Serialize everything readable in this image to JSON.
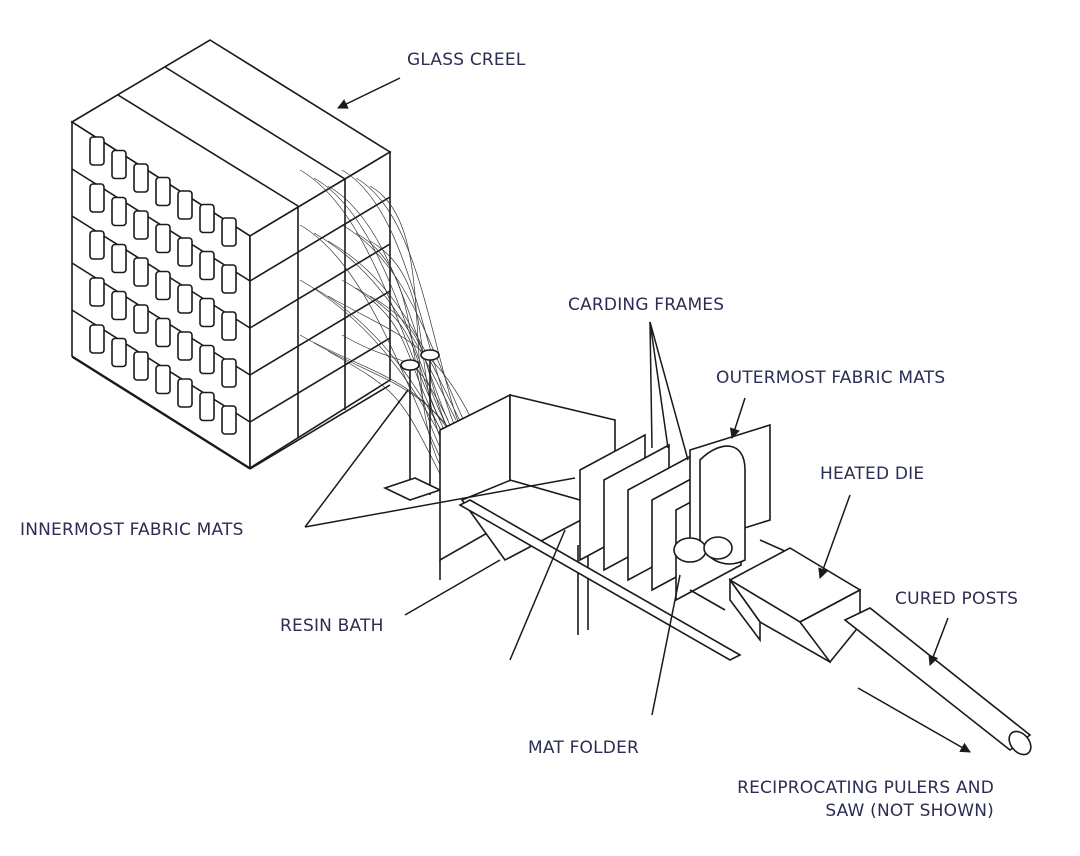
{
  "diagram": {
    "type": "pultrusion process line (isometric)",
    "labels": {
      "glass_creel": "GLASS CREEL",
      "carding_frames": "CARDING FRAMES",
      "outermost_fabric_mats": "OUTERMOST FABRIC MATS",
      "heated_die": "HEATED DIE",
      "innermost_fabric_mats": "INNERMOST FABRIC MATS",
      "cured_posts": "CURED POSTS",
      "resin_bath": "RESIN BATH",
      "mat_folder": "MAT FOLDER",
      "pullers_line1": "RECIPROCATING PULERS AND",
      "pullers_line2": "SAW (NOT SHOWN)"
    },
    "colors": {
      "label": "#2b2d52",
      "line": "#1a1a1a",
      "background": "#ffffff"
    }
  }
}
